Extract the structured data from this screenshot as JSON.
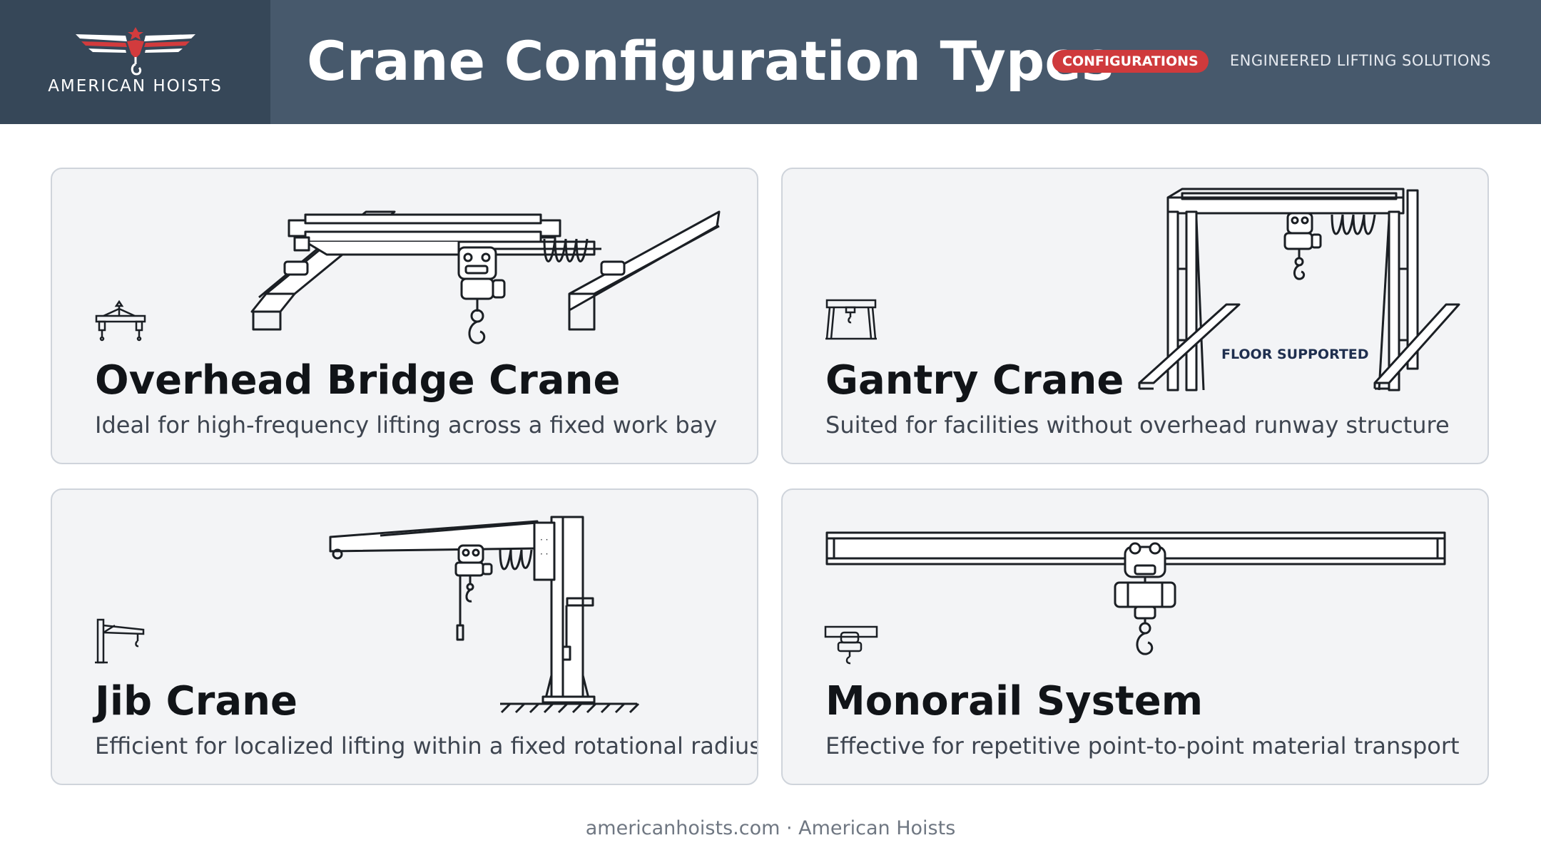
{
  "brand": {
    "name": "AMERICAN HOISTS",
    "logo_icon": "eagle-hook-logo",
    "accent_color": "#cf3a3c"
  },
  "header": {
    "title": "Crane Configuration Types",
    "badge": "CONFIGURATIONS",
    "tagline": "ENGINEERED LIFTING SOLUTIONS",
    "bg_color": "#47596c"
  },
  "cards": [
    {
      "title": "Overhead Bridge Crane",
      "description": "Ideal for high-frequency lifting across a fixed work bay",
      "icon": "bridge-crane-icon"
    },
    {
      "title": "Gantry Crane",
      "description": "Suited for facilities without overhead runway structure",
      "icon": "gantry-crane-icon",
      "annotation": "FLOOR SUPPORTED"
    },
    {
      "title": "Jib Crane",
      "description": "Efficient for localized lifting within a fixed rotational radius",
      "icon": "jib-crane-icon"
    },
    {
      "title": "Monorail System",
      "description": "Effective for repetitive point-to-point material transport",
      "icon": "monorail-icon"
    }
  ],
  "footer": {
    "text": "americanhoists.com · American Hoists"
  }
}
